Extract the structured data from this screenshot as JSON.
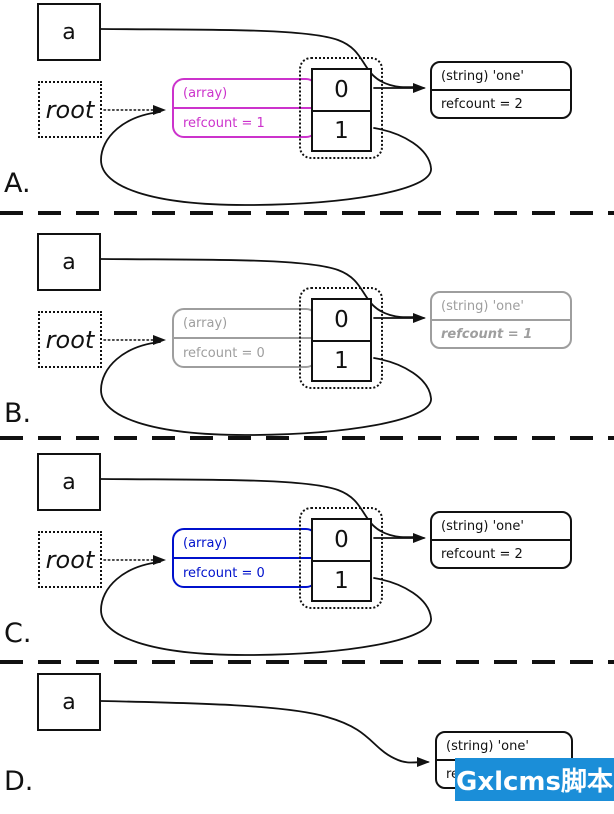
{
  "diagram": {
    "kind": "refcount-garbage-collection-steps",
    "separator_color": "#111111"
  },
  "sections": [
    {
      "label": "A.",
      "a_label": "a",
      "root_label": "root",
      "array": {
        "type": "(array)",
        "refcount": "refcount = 1",
        "accent": "#cc33cc"
      },
      "cells": [
        "0",
        "1"
      ],
      "string": {
        "type": "(string) 'one'",
        "refcount": "refcount = 2",
        "accent": "#111111"
      }
    },
    {
      "label": "B.",
      "a_label": "a",
      "root_label": "root",
      "array": {
        "type": "(array)",
        "refcount": "refcount = 0",
        "accent": "#9e9e9e"
      },
      "cells": [
        "0",
        "1"
      ],
      "string": {
        "type": "(string) 'one'",
        "refcount": "refcount = 1",
        "accent": "#9e9e9e",
        "refcount_emphasized": true
      }
    },
    {
      "label": "C.",
      "a_label": "a",
      "root_label": "root",
      "array": {
        "type": "(array)",
        "refcount": "refcount = 0",
        "accent": "#0011cc"
      },
      "cells": [
        "0",
        "1"
      ],
      "string": {
        "type": "(string) 'one'",
        "refcount": "refcount = 2",
        "accent": "#111111"
      }
    },
    {
      "label": "D.",
      "a_label": "a",
      "string": {
        "type": "(string) 'one'",
        "refcount": "refcount = 2",
        "accent": "#111111"
      }
    }
  ],
  "watermark": {
    "text": "Gxlcms脚本",
    "bg": "#1b8ed8",
    "fg": "#ffffff"
  }
}
